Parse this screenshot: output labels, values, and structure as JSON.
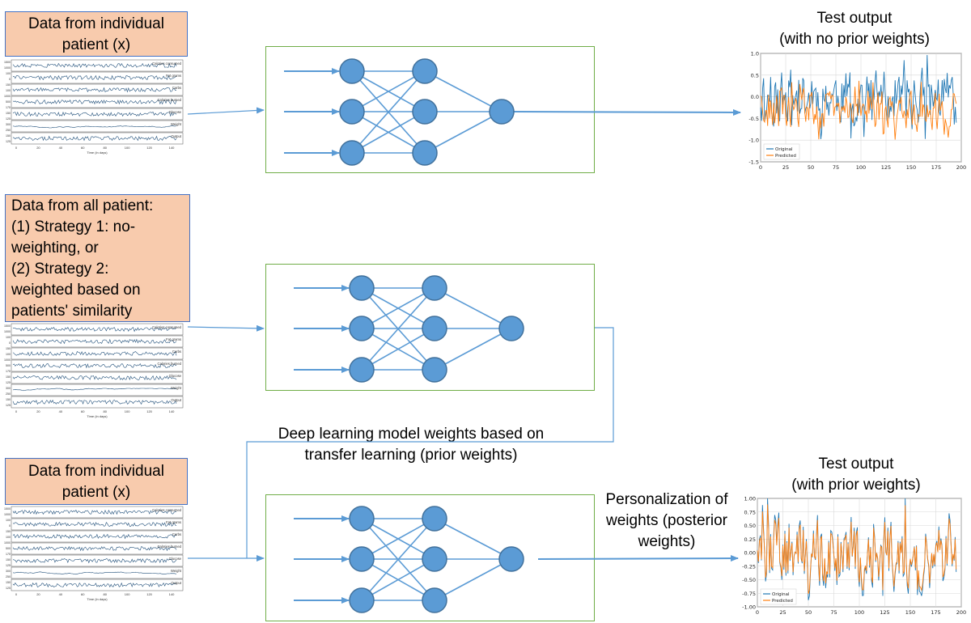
{
  "boxes": {
    "top": {
      "lines": [
        "Data from individual",
        "patient (x)"
      ]
    },
    "middle": {
      "lines": [
        "Data from all patient:",
        "(1) Strategy 1: no-",
        "weighting, or",
        "(2) Strategy 2:",
        "weighted based on",
        "patients' similarity"
      ]
    },
    "bottom": {
      "lines": [
        "Data from individual",
        "patient (x)"
      ]
    }
  },
  "labels": {
    "test_output_top": [
      "Test output",
      "(with no prior weights)"
    ],
    "test_output_bottom": [
      "Test output",
      "(with prior weights)"
    ],
    "transfer": [
      "Deep learning model weights based on",
      "transfer learning (prior weights)"
    ],
    "personalization": [
      "Personalization of",
      "weights (posterior",
      "weights)"
    ]
  },
  "mini_plot": {
    "track_labels": [
      "Calories consumed",
      "Fat grams",
      "Carbs",
      "Calories burned",
      "Glucose",
      "Weight",
      "Output"
    ],
    "ytick_labels": [
      "1500",
      "1000",
      "100",
      "0",
      "150",
      "100",
      "1000",
      "500",
      "175",
      "150",
      "125",
      "300",
      "250",
      "150",
      "125"
    ],
    "xtick_labels": [
      "0",
      "20",
      "40",
      "60",
      "80",
      "100",
      "120",
      "140"
    ],
    "xlabel": "Time (in days)"
  },
  "colors": {
    "databox_fill": "#f8cbad",
    "databox_border": "#4472c4",
    "nn_box_border": "#70ad47",
    "node_fill": "#5b9bd5",
    "node_edge": "#41719c",
    "arrow": "#5b9bd5",
    "original_series": "#1f77b4",
    "predicted_series": "#ff7f0e"
  },
  "chart_data": [
    {
      "type": "line",
      "title": "",
      "x_range": [
        0,
        200
      ],
      "ylim": [
        -1.5,
        1.0
      ],
      "xticks": [
        "0",
        "25",
        "50",
        "75",
        "100",
        "125",
        "150",
        "175",
        "200"
      ],
      "yticks": [
        "1.0",
        "0.5",
        "0.0",
        "-0.5",
        "-1.0",
        "-1.5"
      ],
      "grid": true,
      "legend_position": "lower-left",
      "series": [
        {
          "name": "Original",
          "color": "#1f77b4",
          "seed": 11,
          "amplitude": 0.85,
          "mean": 0.0
        },
        {
          "name": "Predicted",
          "color": "#ff7f0e",
          "seed": 29,
          "amplitude": 0.6,
          "mean": -0.3
        }
      ]
    },
    {
      "type": "line",
      "title": "",
      "x_range": [
        0,
        200
      ],
      "ylim": [
        -1.0,
        1.0
      ],
      "xticks": [
        "0",
        "25",
        "50",
        "75",
        "100",
        "125",
        "150",
        "175",
        "200"
      ],
      "yticks": [
        "1.00",
        "0.75",
        "0.50",
        "0.25",
        "0.00",
        "-0.25",
        "-0.50",
        "-0.75",
        "-1.00"
      ],
      "grid": true,
      "legend_position": "lower-left",
      "series": [
        {
          "name": "Original",
          "color": "#1f77b4",
          "seed": 47,
          "amplitude": 0.9,
          "mean": 0.0
        },
        {
          "name": "Predicted",
          "color": "#ff7f0e",
          "seed": 47,
          "amplitude": 0.78,
          "mean": 0.0
        }
      ]
    }
  ]
}
